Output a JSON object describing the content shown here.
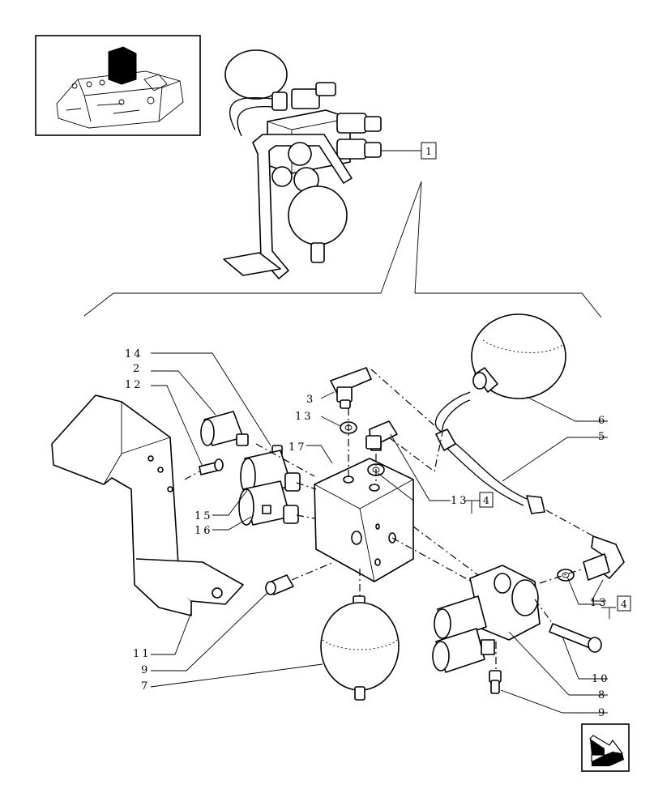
{
  "callouts": {
    "c1": "1",
    "c2": "2",
    "c3": "3",
    "c4a": "4",
    "c4b": "4",
    "c5": "5",
    "c6": "6",
    "c7": "7",
    "c8": "8",
    "c9a": "9",
    "c9b": "9",
    "c10": "10",
    "c11": "11",
    "c12": "12",
    "c13a": "13",
    "c13b": "13",
    "c13c": "13",
    "c14": "14",
    "c15": "15",
    "c16": "16",
    "c17": "17"
  },
  "icons": {
    "thumbnail": "tractor-lift-thumbnail-icon",
    "navigation": "next-page-arrow-icon"
  },
  "colors": {
    "ink": "#000000",
    "paper": "#ffffff",
    "thumbnail_marker": "#000000"
  }
}
